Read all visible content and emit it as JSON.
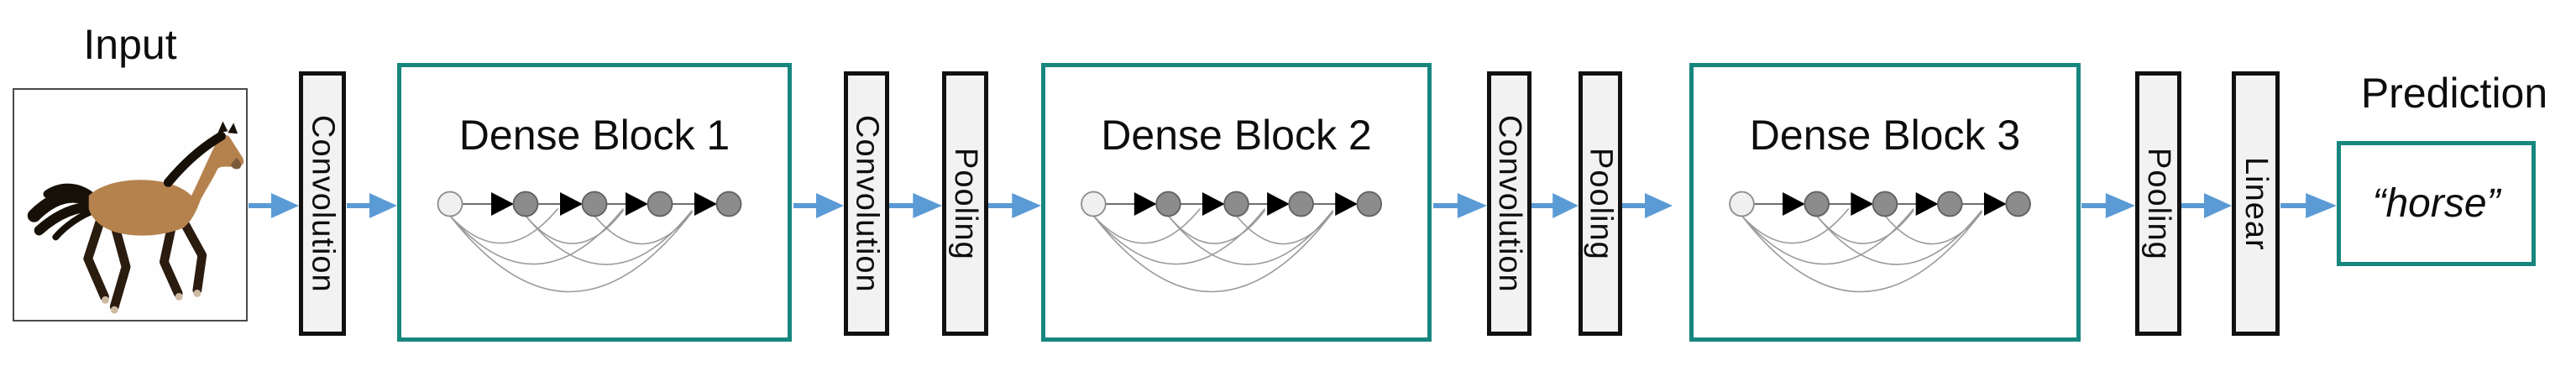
{
  "input": {
    "label": "Input",
    "image": "horse-photo"
  },
  "layers": [
    {
      "label": "Convolution"
    },
    {
      "label": "Convolution"
    },
    {
      "label": "Pooling"
    },
    {
      "label": "Convolution"
    },
    {
      "label": "Pooling"
    },
    {
      "label": "Pooling"
    },
    {
      "label": "Linear"
    }
  ],
  "dense_blocks": [
    {
      "label": "Dense Block 1",
      "node_count": 5
    },
    {
      "label": "Dense Block 2",
      "node_count": 5
    },
    {
      "label": "Dense Block 3",
      "node_count": 5
    }
  ],
  "prediction": {
    "label": "Prediction",
    "value": "“horse”"
  },
  "colors": {
    "block_border": "#17867e",
    "arrow": "#5b9bd5",
    "layer_fill": "#f2f2f2",
    "layer_border": "#111111",
    "node_fill": "#8c8c8c",
    "node_input_fill": "#f0f0f0",
    "horse_body": "#b5824e",
    "horse_mane_tail": "#171007"
  }
}
